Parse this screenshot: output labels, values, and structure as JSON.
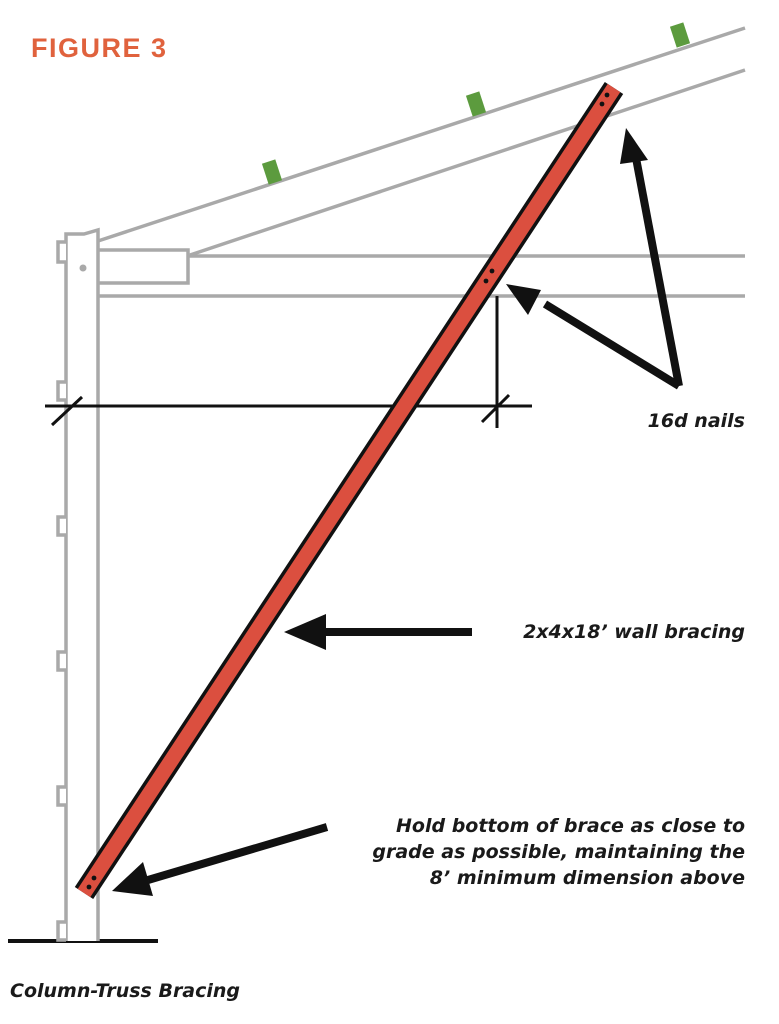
{
  "figure": {
    "title": "FIGURE 3",
    "caption": "Column-Truss Bracing"
  },
  "labels": {
    "nails": "16d nails",
    "wall_bracing": "2x4x18’ wall bracing",
    "hold_bottom": [
      "Hold bottom of brace as close to",
      "grade as possible, maintaining the",
      "8’ minimum dimension above"
    ]
  },
  "colors": {
    "title": "#E0623D",
    "brace": "#DB4F3F",
    "structure": "#A9A9A9",
    "purlin": "#5C9B3E",
    "ink": "#111111"
  }
}
